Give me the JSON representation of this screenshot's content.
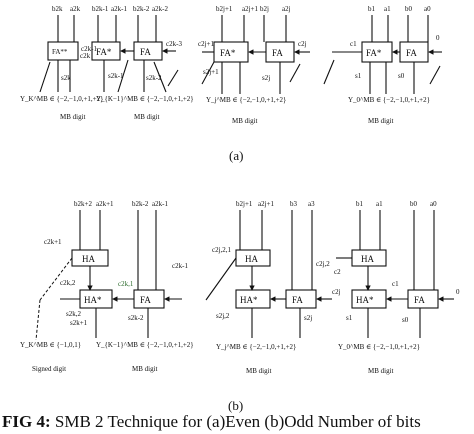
{
  "panel_a": {
    "tag": "(a)",
    "inputs_top": [
      "b2k",
      "a2k",
      "b2k-1",
      "a2k-1",
      "b2k-2",
      "a2k-2",
      "b2j+1",
      "a2j+1",
      "b2j",
      "a2j",
      "b1",
      "a1",
      "b0",
      "a0"
    ],
    "cells": [
      "FA**",
      "FA*",
      "FA",
      "FA*",
      "FA",
      "FA*",
      "FA"
    ],
    "carries": [
      "c2k",
      "c2k-1",
      "c2k-3",
      "c2j+1",
      "c2j",
      "c1"
    ],
    "sums": [
      "s2k",
      "s2k-1",
      "s2k-2",
      "s2j+1",
      "s2j",
      "s1",
      "s0"
    ],
    "carry_in": "0",
    "result_labels": [
      "Y_K^MB ∈ {−2,−1,0,+1,+2}",
      "Y_{K−1}^MB ∈ {−2,−1,0,+1,+2}",
      "Y_j^MB ∈ {−2,−1,0,+1,+2}",
      "Y_0^MB ∈ {−2,−1,0,+1,+2}"
    ],
    "digit_labels": [
      "MB digit",
      "MB digit",
      "MB digit",
      "MB digit"
    ]
  },
  "panel_b": {
    "tag": "(b)",
    "inputs_top": [
      "b2k+2",
      "a2k+1",
      "b2k-2",
      "a2k-1",
      "b2j+1",
      "a2j+1",
      "b3",
      "a3",
      "b1",
      "a1",
      "b0",
      "a0"
    ],
    "cells": [
      "HA",
      "HA*",
      "FA",
      "HA",
      "HA*",
      "FA",
      "HA",
      "HA*",
      "FA"
    ],
    "carries": [
      "c2k+1",
      "c2k,2",
      "c2k,1",
      "c2k-1",
      "c2j,2,1",
      "c2j,2",
      "c2j",
      "c2",
      "c1"
    ],
    "sums": [
      "s2k+1",
      "s2k,2",
      "s2k-2",
      "s2j,2",
      "s2j",
      "s1",
      "s0"
    ],
    "carry_in": "0",
    "result_labels": [
      "Y_K^MB ∈ {−1,0,1}",
      "Y_{K−1}^MB ∈ {−2,−1,0,+1,+2}",
      "Y_j^MB ∈ {−2,−1,0,+1,+2}",
      "Y_0^MB ∈ {−2,−1,0,+1,+2}"
    ],
    "digit_labels": [
      "Signed digit",
      "MB digit",
      "MB digit",
      "MB digit"
    ]
  },
  "caption": {
    "prefix": "FIG 4:",
    "text": " SMB 2 Technique for (a)Even (b)Odd Number of bits"
  }
}
